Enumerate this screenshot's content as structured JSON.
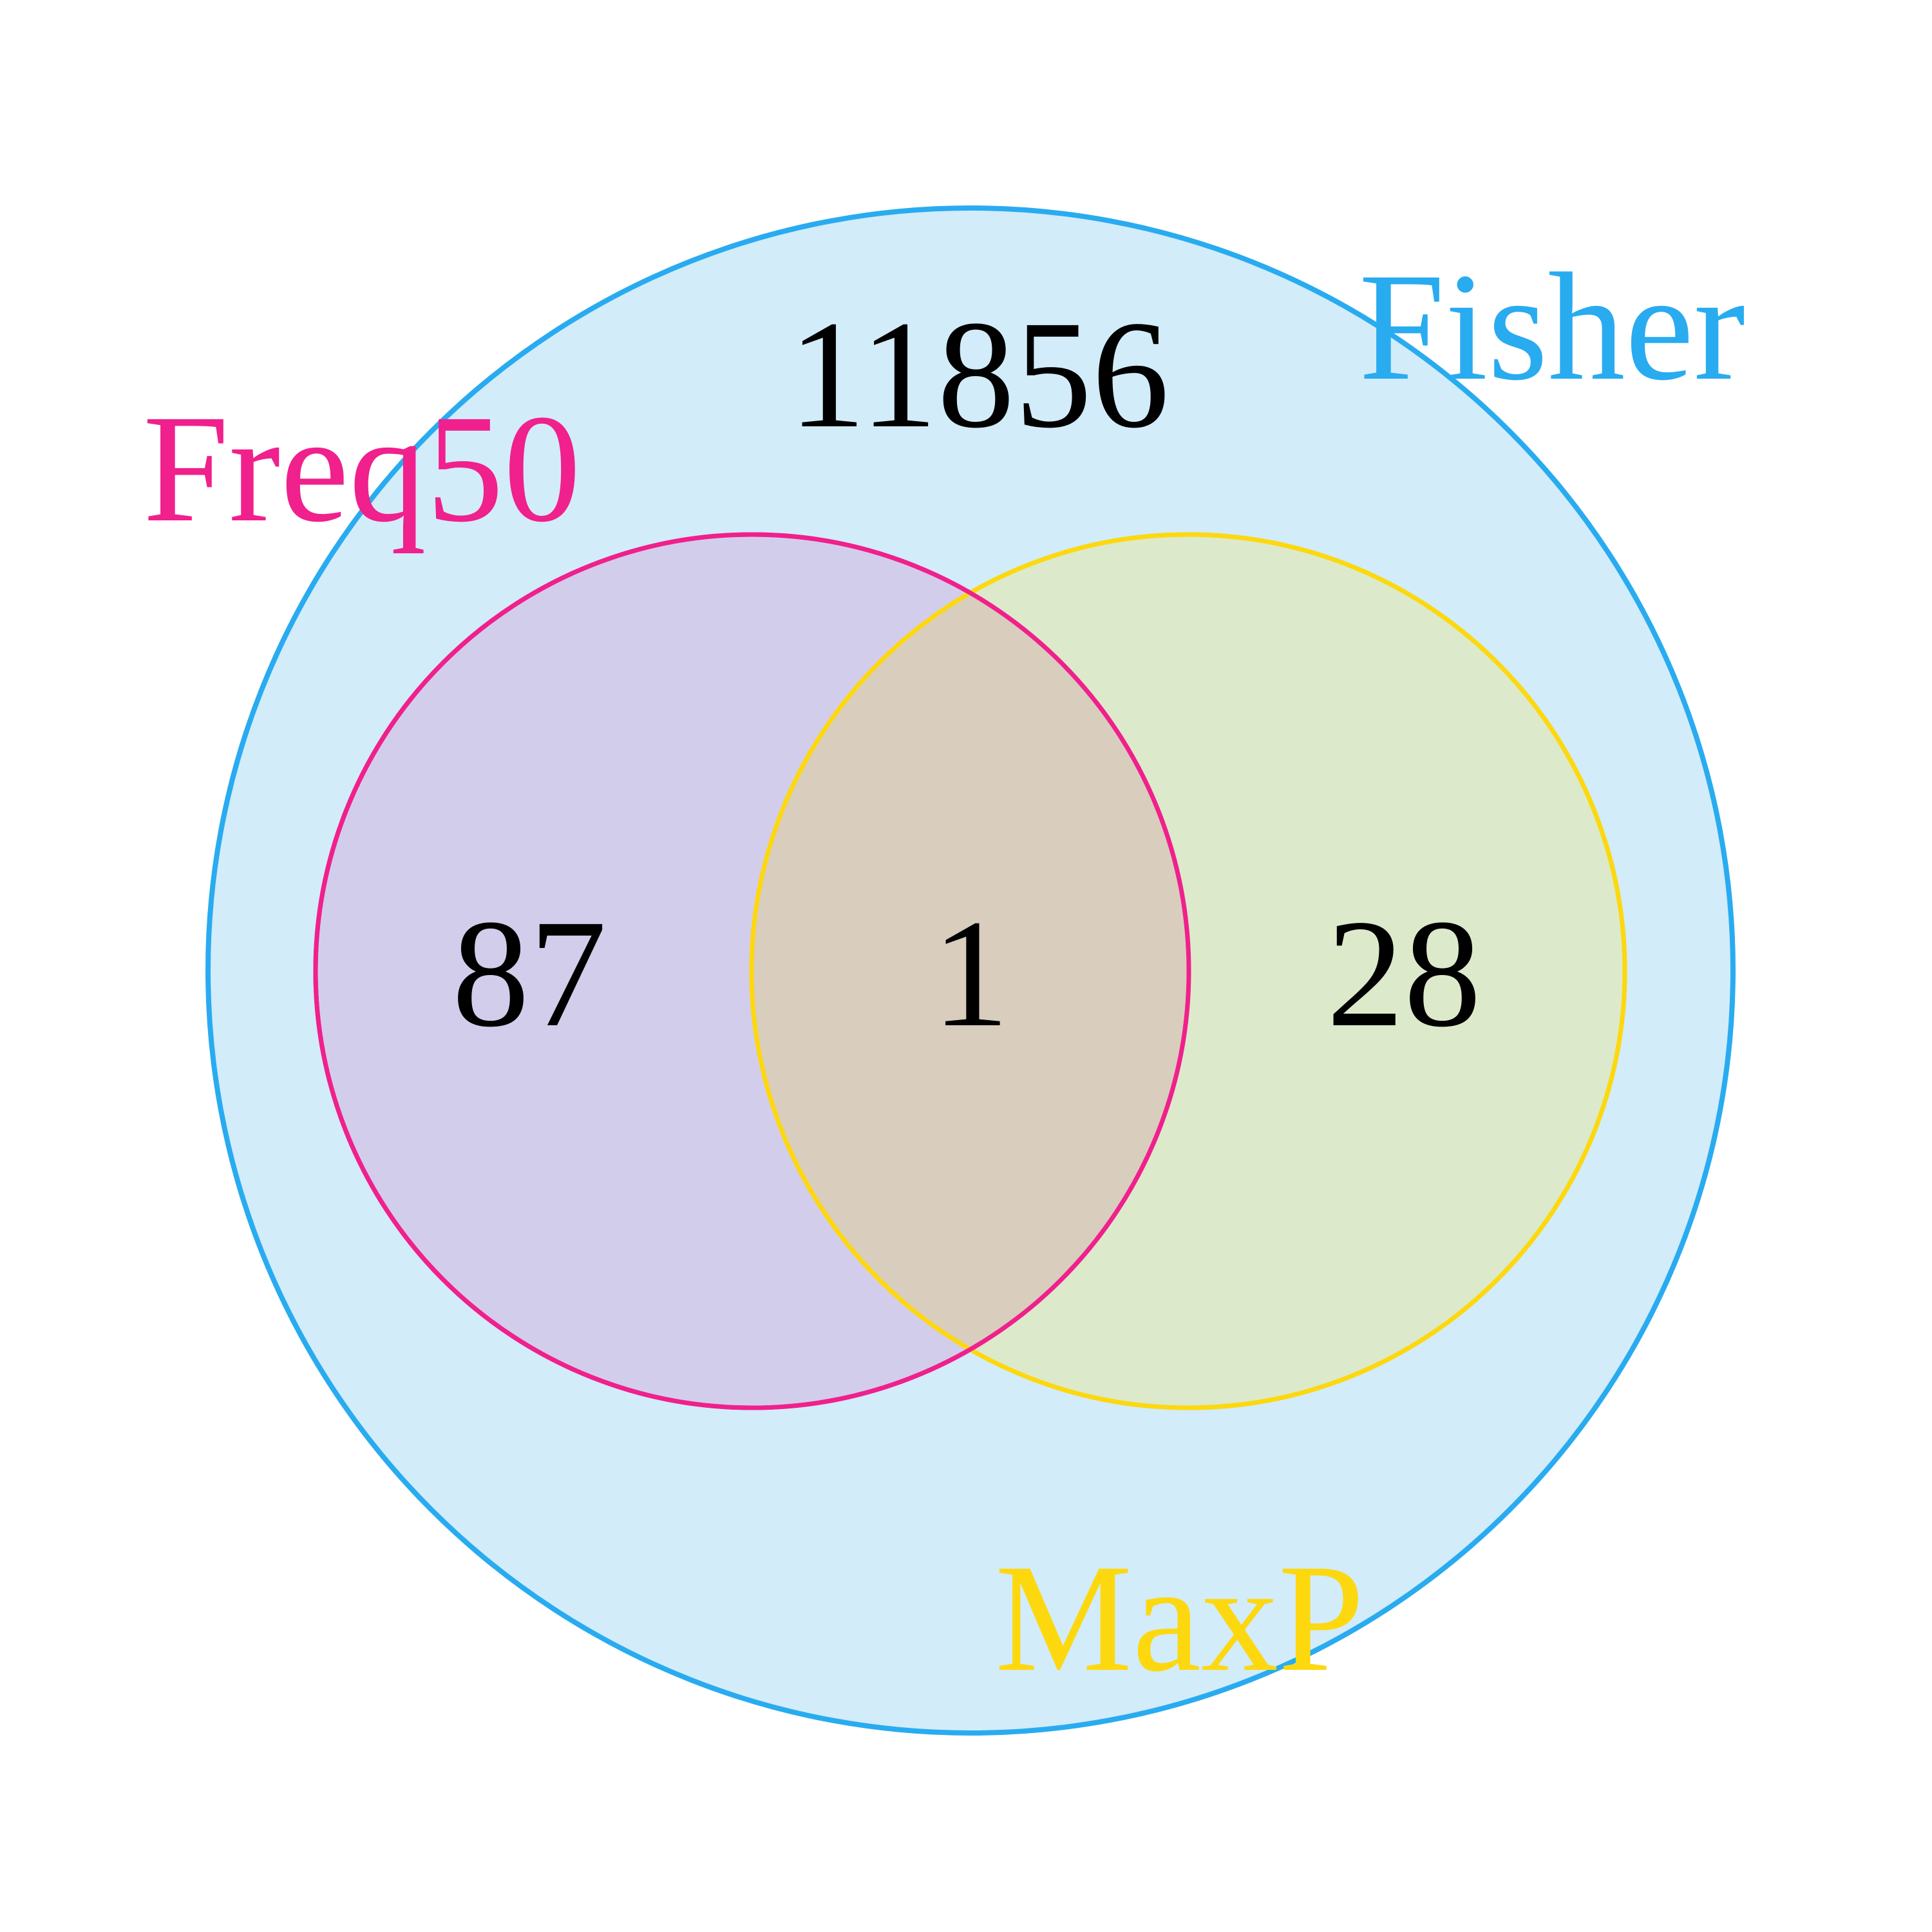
{
  "diagram": {
    "type": "venn",
    "sets": [
      {
        "key": "fisher",
        "label": "Fisher",
        "color": "#29ABF0",
        "fill": "#D2ECFA"
      },
      {
        "key": "freq50",
        "label": "Freq50",
        "color": "#F0208C",
        "fill": "#D3CDEC"
      },
      {
        "key": "maxp",
        "label": "MaxP",
        "color": "#FDD80F",
        "fill": "#DCEACB"
      }
    ],
    "overlap_fill": "#D9CDBE",
    "regions": {
      "fisher_only": "11856",
      "freq50_only": "87",
      "freq50_and_maxp": "1",
      "maxp_only": "28"
    }
  }
}
